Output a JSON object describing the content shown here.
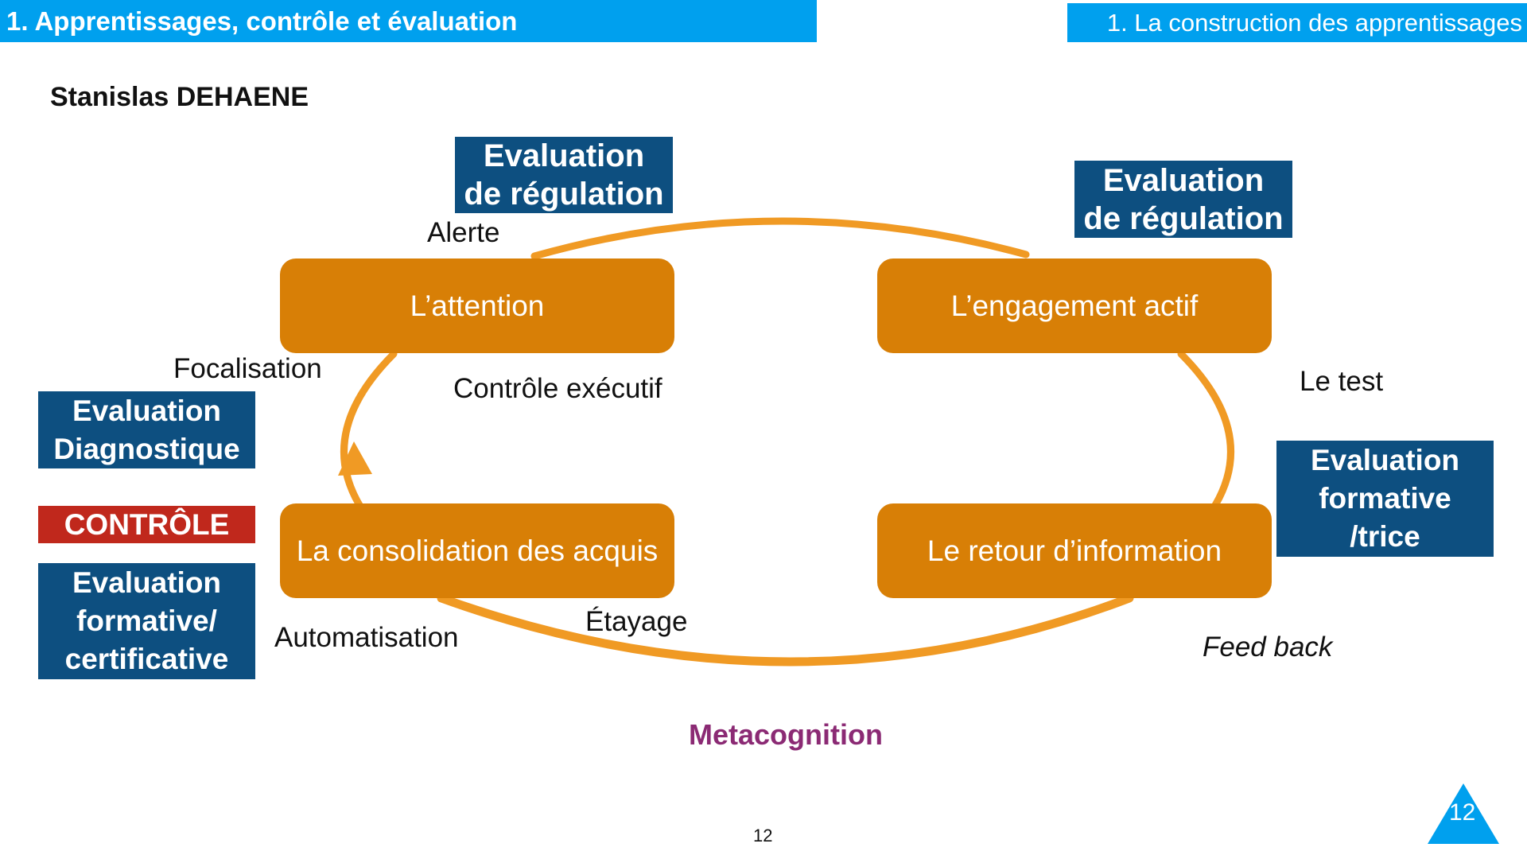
{
  "header": {
    "section_title": "1. Apprentissages, contrôle et évaluation",
    "subsection_title": "1. La construction des apprentissages"
  },
  "author": "Stanislas DEHAENE",
  "stages": {
    "attention": "L’attention",
    "engagement": "L’engagement actif",
    "consolidation": "La consolidation des acquis",
    "retour": "Le retour d’information"
  },
  "evaluations": {
    "regulation_left": "Evaluation\nde régulation",
    "regulation_right": "Evaluation\nde régulation",
    "diagnostique": "Evaluation\nDiagnostique",
    "controle": "CONTRÔLE",
    "formative_certificative": "Evaluation\nformative/\ncertificative",
    "formative_trice": "Evaluation\nformative\n/trice"
  },
  "labels": {
    "alerte": "Alerte",
    "focalisation": "Focalisation",
    "controle_executif": "Contrôle exécutif",
    "le_test": "Le test",
    "automatisation": "Automatisation",
    "etayage": "Étayage",
    "feed_back": "Feed back"
  },
  "metacognition": "Metacognition",
  "page_number_center": "12",
  "page_number_badge": "12",
  "colors": {
    "header_blue": "#00a0ee",
    "eval_blue": "#0d4f80",
    "stage_orange": "#d87f06",
    "cycle_orange": "#f09a24",
    "controle_red": "#c0281c",
    "metacognition_purple": "#8b2a74"
  }
}
